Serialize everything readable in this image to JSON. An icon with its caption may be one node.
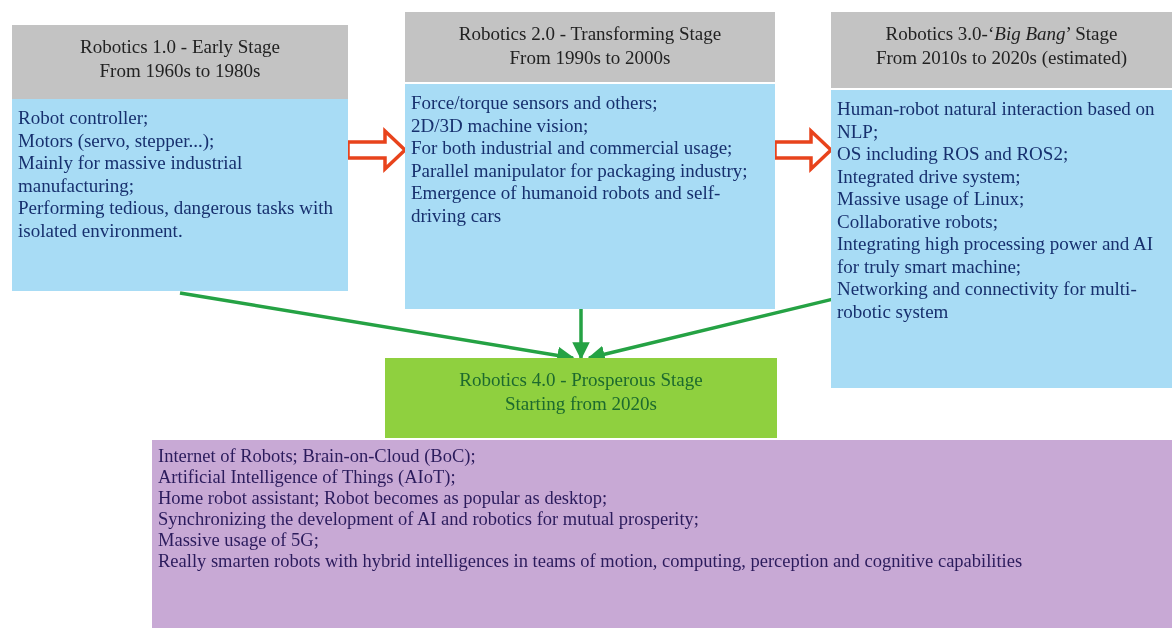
{
  "diagram": {
    "nodes": [
      {
        "text": [
          "Robotics 1.0 - Early Stage",
          "From 1960s to 1980s"
        ]
      },
      {
        "text": [
          "Robot controller;",
          "Motors (servo, stepper...);",
          "Mainly for massive industrial manufacturing;",
          "Performing tedious, dangerous tasks with isolated environment."
        ]
      },
      {
        "text": [
          "Robotics 2.0 - Transforming Stage",
          "From 1990s to 2000s"
        ]
      },
      {
        "text": [
          "Force/torque sensors and others;",
          "2D/3D machine vision;",
          "For both industrial and commercial usage;",
          "Parallel manipulator for packaging industry;",
          "Emergence of humanoid robots and self-driving cars"
        ]
      },
      {
        "text": [
          "Robotics 3.0-‘*Big Bang*’ Stage",
          "From 2010s to 2020s (estimated)"
        ]
      },
      {
        "text": [
          "Human-robot natural interaction based on NLP;",
          "OS including ROS and ROS2;",
          "Integrated drive system;",
          "Massive usage of Linux;",
          "Collaborative robots;",
          "Integrating high processing power and AI for truly smart machine;",
          "Networking and connectivity for multi-robotic system"
        ]
      },
      {
        "text": [
          "Robotics 4.0 - Prosperous Stage",
          "Starting from 2020s"
        ]
      },
      {
        "text": [
          "Internet of Robots; Brain-on-Cloud (BoC);",
          "Artificial Intelligence of Things (AIoT);",
          "Home robot assistant; Robot becomes as popular as desktop;",
          "Synchronizing the development of AI and robotics for mutual prosperity;",
          "Massive usage of 5G;",
          "Really smarten robots with hybrid intelligences in teams of motion, computing, perception and cognitive capabilities"
        ]
      }
    ],
    "edges": [
      {
        "from": 1,
        "to": 3,
        "arrow": "to",
        "style": "thick",
        "color": "#e8431c"
      },
      {
        "from": 3,
        "to": 5,
        "arrow": "to",
        "style": "thick",
        "color": "#e8431c"
      },
      {
        "from": 1,
        "to": 6,
        "arrow": "to"
      },
      {
        "from": 3,
        "to": 6,
        "arrow": "to"
      },
      {
        "from": 5,
        "to": 6,
        "arrow": "to"
      }
    ]
  }
}
